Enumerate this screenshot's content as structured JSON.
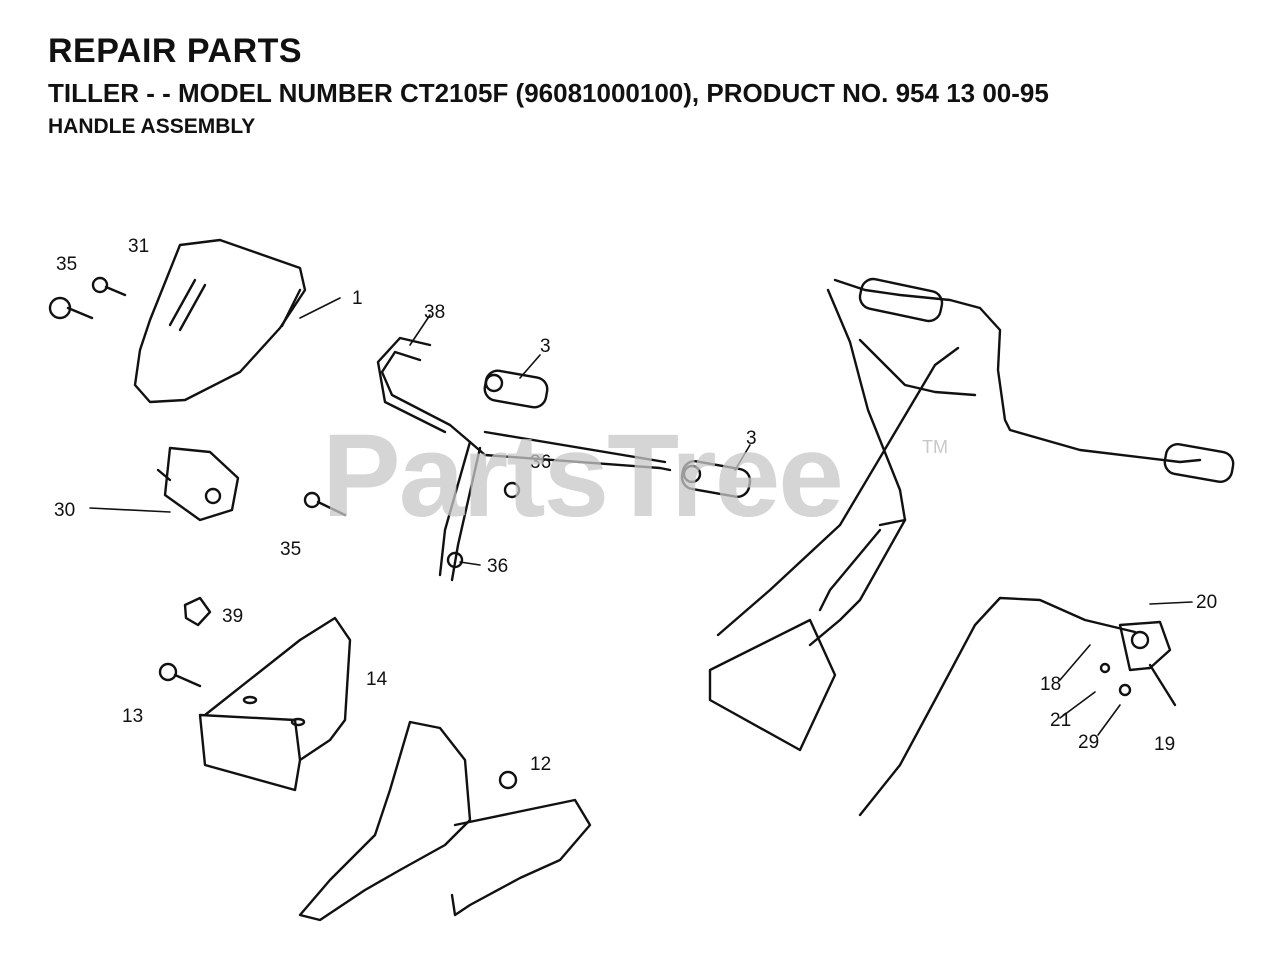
{
  "header": {
    "title": "REPAIR PARTS",
    "subtitle": "TILLER - - MODEL NUMBER CT2105F (96081000100), PRODUCT NO. 954 13 00-95",
    "section": "HANDLE ASSEMBLY"
  },
  "watermark": {
    "text": "PartsTree",
    "trademark": "TM"
  },
  "callouts": [
    "35",
    "31",
    "1",
    "38",
    "3",
    "3",
    "36",
    "30",
    "35",
    "36",
    "39",
    "13",
    "14",
    "12",
    "20",
    "18",
    "21",
    "29",
    "19"
  ]
}
